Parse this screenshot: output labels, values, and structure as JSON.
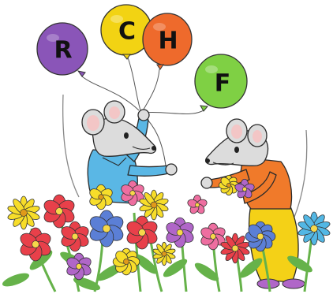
{
  "balloons": [
    {
      "letter": "R",
      "color": "#8a55b8"
    },
    {
      "letter": "C",
      "color": "#f2d313"
    },
    {
      "letter": "H",
      "color": "#ee6a2c"
    },
    {
      "letter": "F",
      "color": "#7fd044"
    }
  ],
  "colors": {
    "mouse_fur": "#dcdcdc",
    "left_mouse_shirt": "#5ab7e5",
    "right_mouse_shirt": "#f07a2a",
    "right_mouse_skirt": "#f4d117",
    "leaf": "#66b24a",
    "flower_red": "#e8404a",
    "flower_pink": "#ee6ea0",
    "flower_yellow": "#f7dd2a",
    "flower_blue": "#5b7fd6",
    "flower_purple": "#b066c8",
    "flower_cyan": "#53b7e4"
  }
}
